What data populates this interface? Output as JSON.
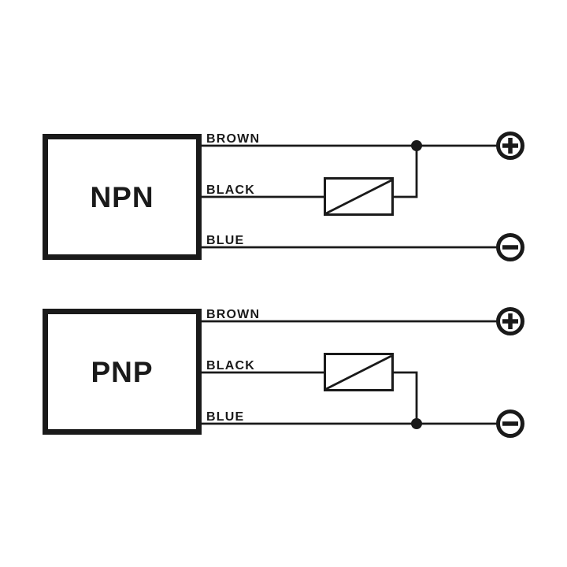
{
  "diagram": {
    "background_color": "#ffffff",
    "line_color": "#1a1a1a",
    "circuits": [
      {
        "box_label": "NPN",
        "wires": [
          {
            "label": "BROWN",
            "terminal": "+"
          },
          {
            "label": "BLACK",
            "connects_to": "load"
          },
          {
            "label": "BLUE",
            "terminal": "−"
          }
        ],
        "load_symbol": "rectangle-with-diagonal",
        "junction": "load-output-to-brown-wire"
      },
      {
        "box_label": "PNP",
        "wires": [
          {
            "label": "BROWN",
            "terminal": "+"
          },
          {
            "label": "BLACK",
            "connects_to": "load"
          },
          {
            "label": "BLUE",
            "terminal": "−"
          }
        ],
        "load_symbol": "rectangle-with-diagonal",
        "junction": "load-output-to-blue-wire"
      }
    ]
  }
}
